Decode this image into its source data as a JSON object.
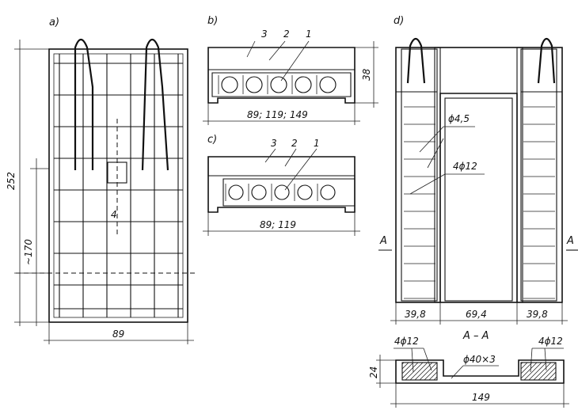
{
  "labels": {
    "a": "a)",
    "b": "b)",
    "c": "c)",
    "d": "d)"
  },
  "panel_a": {
    "height_dim": "252",
    "part_dim": "~170",
    "width_dim": "89",
    "rod_dim": "4"
  },
  "panel_b": {
    "callout_1": "1",
    "callout_2": "2",
    "callout_3": "3",
    "height_dim": "38",
    "width_dim": "89; 119; 149"
  },
  "panel_c": {
    "callout_1": "1",
    "callout_2": "2",
    "callout_3": "3",
    "width_dim": "89; 119"
  },
  "panel_d": {
    "rebar_small": "ϕ4,5",
    "rebar_main": "4ϕ12",
    "section_mark": "A",
    "dims": [
      "39,8",
      "69,4",
      "39,8"
    ],
    "section_title": "A – A",
    "section_rebar_left": "4ϕ12",
    "section_rebar_right": "4ϕ12",
    "section_tie": "ϕ40×3",
    "section_height": "24",
    "section_width": "149"
  }
}
